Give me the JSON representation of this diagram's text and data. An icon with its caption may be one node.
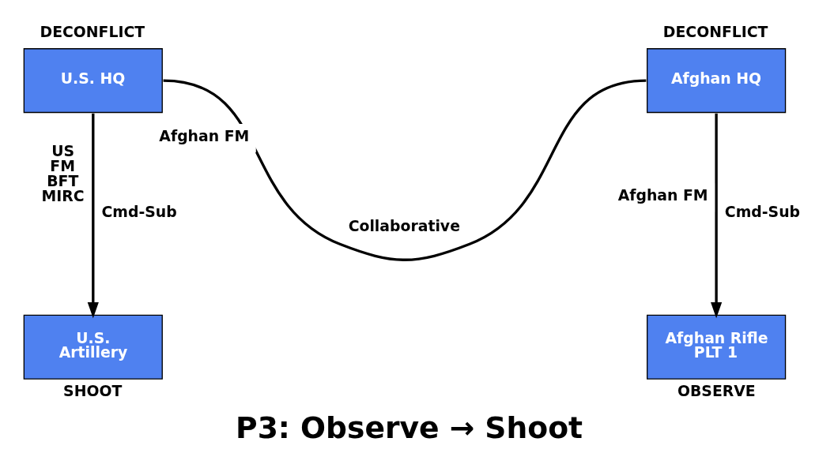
{
  "diagram": {
    "title": "P3: Observe → Shoot",
    "nodes": [
      {
        "text": [
          "U.S. HQ"
        ],
        "beside": [
          "DECONFLICT"
        ]
      },
      {
        "text": [
          "Afghan HQ"
        ],
        "beside": [
          "DECONFLICT"
        ]
      },
      {
        "text": [
          "U.S. Artillery"
        ],
        "beside": [
          "SHOOT"
        ]
      },
      {
        "text": [
          "Afghan Rifle PLT 1"
        ],
        "beside": [
          "OBSERVE"
        ]
      }
    ],
    "edges": [
      {
        "from": 0,
        "to": 1,
        "arrow": "none",
        "label": "Collaborative"
      },
      {
        "from": 0,
        "to": 2,
        "arrow": "to",
        "label": "Cmd-Sub"
      },
      {
        "from": 1,
        "to": 3,
        "arrow": "to",
        "label": "Cmd-Sub"
      }
    ],
    "labels": [
      "Afghan FM",
      "US FM BFT MIRC",
      "Afghan FM"
    ]
  }
}
